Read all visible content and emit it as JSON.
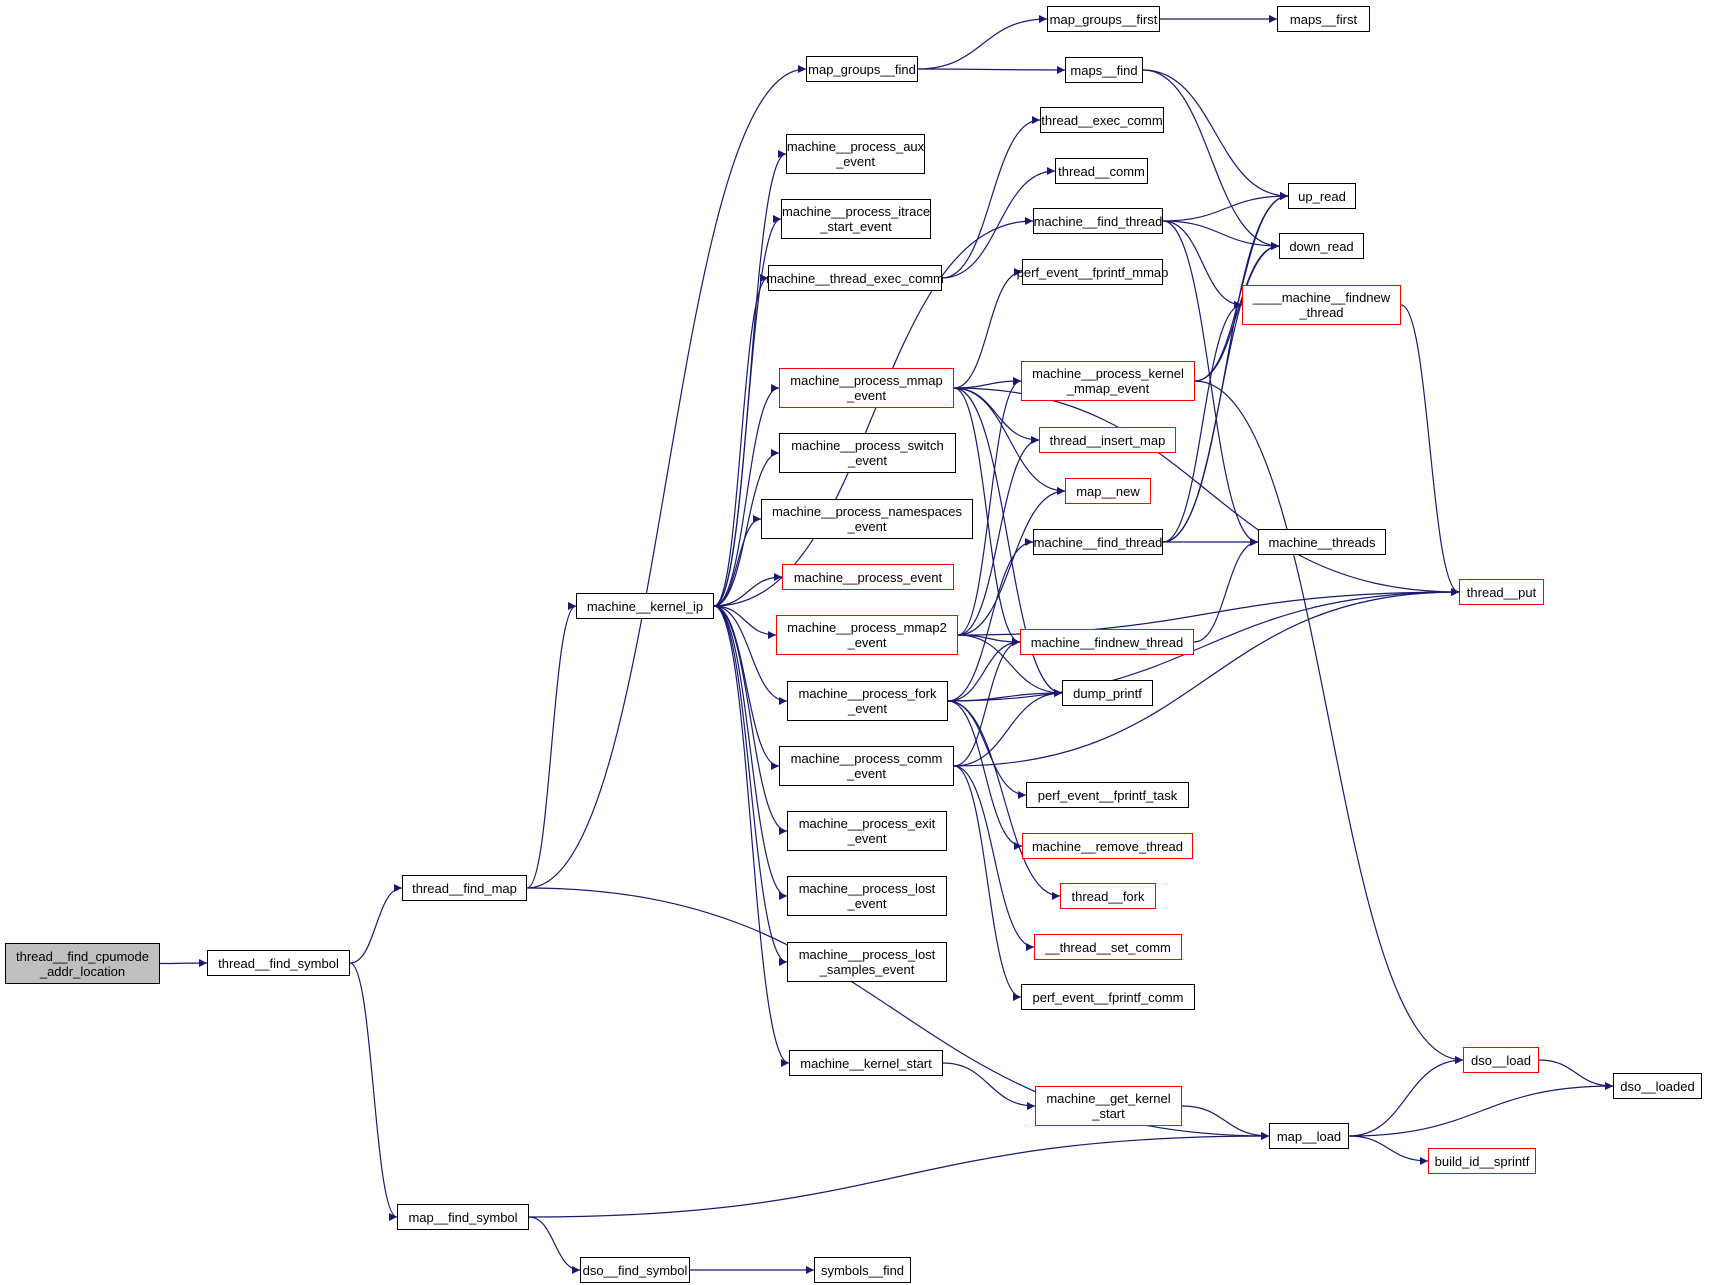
{
  "colors": {
    "edge": "#191970",
    "node_border": "#000000",
    "node_border_undocumented": "#ff0000",
    "root_fill": "#bfbfbf"
  },
  "nodes": [
    {
      "id": "root",
      "label": "thread__find_cpumode\n_addr_location",
      "style": "root"
    },
    {
      "id": "find_symbol",
      "label": "thread__find_symbol",
      "style": "normal"
    },
    {
      "id": "find_map",
      "label": "thread__find_map",
      "style": "normal"
    },
    {
      "id": "map_find_symbol",
      "label": "map__find_symbol",
      "style": "normal"
    },
    {
      "id": "map_groups_find",
      "label": "map_groups__find",
      "style": "normal"
    },
    {
      "id": "map_groups_first",
      "label": "map_groups__first",
      "style": "normal"
    },
    {
      "id": "maps_first",
      "label": "maps__first",
      "style": "normal"
    },
    {
      "id": "maps_find",
      "label": "maps__find",
      "style": "normal"
    },
    {
      "id": "up_read",
      "label": "up_read",
      "style": "normal"
    },
    {
      "id": "down_read",
      "label": "down_read",
      "style": "normal"
    },
    {
      "id": "mk_ip",
      "label": "machine__kernel_ip",
      "style": "normal"
    },
    {
      "id": "mp_aux",
      "label": "machine__process_aux\n_event",
      "style": "normal"
    },
    {
      "id": "mp_itrace",
      "label": "machine__process_itrace\n_start_event",
      "style": "normal"
    },
    {
      "id": "m_thread_exec_comm",
      "label": "machine__thread_exec_comm",
      "style": "normal"
    },
    {
      "id": "thread_exec_comm",
      "label": "thread__exec_comm",
      "style": "normal"
    },
    {
      "id": "thread_comm",
      "label": "thread__comm",
      "style": "normal"
    },
    {
      "id": "m_find_thread1",
      "label": "machine__find_thread",
      "style": "normal"
    },
    {
      "id": "pe_fprintf_mmap",
      "label": "perf_event__fprintf_mmap",
      "style": "normal"
    },
    {
      "id": "mfn_thread_internal",
      "label": "____machine__findnew\n_thread",
      "style": "red"
    },
    {
      "id": "mp_mmap",
      "label": "machine__process_mmap\n_event",
      "style": "red"
    },
    {
      "id": "mp_kernel_mmap",
      "label": "machine__process_kernel\n_mmap_event",
      "style": "red"
    },
    {
      "id": "thread_insert_map",
      "label": "thread__insert_map",
      "style": "red"
    },
    {
      "id": "map_new",
      "label": "map__new",
      "style": "red"
    },
    {
      "id": "mp_switch",
      "label": "machine__process_switch\n_event",
      "style": "normal"
    },
    {
      "id": "mp_namespaces",
      "label": "machine__process_namespaces\n_event",
      "style": "normal"
    },
    {
      "id": "mp_event",
      "label": "machine__process_event",
      "style": "red"
    },
    {
      "id": "m_find_thread2",
      "label": "machine__find_thread",
      "style": "normal"
    },
    {
      "id": "m_threads",
      "label": "machine__threads",
      "style": "normal"
    },
    {
      "id": "thread_put",
      "label": "thread__put",
      "style": "red"
    },
    {
      "id": "mp_mmap2",
      "label": "machine__process_mmap2\n_event",
      "style": "red"
    },
    {
      "id": "m_findnew_thread",
      "label": "machine__findnew_thread",
      "style": "red"
    },
    {
      "id": "dump_printf",
      "label": "dump_printf",
      "style": "normal"
    },
    {
      "id": "mp_fork",
      "label": "machine__process_fork\n_event",
      "style": "normal"
    },
    {
      "id": "mp_comm",
      "label": "machine__process_comm\n_event",
      "style": "normal"
    },
    {
      "id": "pe_fprintf_task",
      "label": "perf_event__fprintf_task",
      "style": "normal"
    },
    {
      "id": "m_remove_thread",
      "label": "machine__remove_thread",
      "style": "red"
    },
    {
      "id": "thread_fork",
      "label": "thread__fork",
      "style": "red"
    },
    {
      "id": "thread_set_comm",
      "label": "__thread__set_comm",
      "style": "red"
    },
    {
      "id": "pe_fprintf_comm",
      "label": "perf_event__fprintf_comm",
      "style": "normal"
    },
    {
      "id": "mp_exit",
      "label": "machine__process_exit\n_event",
      "style": "normal"
    },
    {
      "id": "mp_lost",
      "label": "machine__process_lost\n_event",
      "style": "normal"
    },
    {
      "id": "mp_lost_samples",
      "label": "machine__process_lost\n_samples_event",
      "style": "normal"
    },
    {
      "id": "m_kernel_start",
      "label": "machine__kernel_start",
      "style": "normal"
    },
    {
      "id": "m_get_kernel_start",
      "label": "machine__get_kernel\n_start",
      "style": "red"
    },
    {
      "id": "dso_load",
      "label": "dso__load",
      "style": "red"
    },
    {
      "id": "dso_loaded",
      "label": "dso__loaded",
      "style": "normal"
    },
    {
      "id": "map_load",
      "label": "map__load",
      "style": "normal"
    },
    {
      "id": "build_id_sprintf",
      "label": "build_id__sprintf",
      "style": "red"
    },
    {
      "id": "dso_find_symbol",
      "label": "dso__find_symbol",
      "style": "normal"
    },
    {
      "id": "symbols_find",
      "label": "symbols__find",
      "style": "normal"
    }
  ],
  "edges": [
    [
      "root",
      "find_symbol"
    ],
    [
      "find_symbol",
      "find_map"
    ],
    [
      "find_symbol",
      "map_find_symbol"
    ],
    [
      "find_map",
      "map_groups_find"
    ],
    [
      "find_map",
      "mk_ip"
    ],
    [
      "find_map",
      "map_load"
    ],
    [
      "map_groups_find",
      "map_groups_first"
    ],
    [
      "map_groups_find",
      "maps_find"
    ],
    [
      "map_groups_first",
      "maps_first"
    ],
    [
      "maps_find",
      "up_read"
    ],
    [
      "maps_find",
      "down_read"
    ],
    [
      "mk_ip",
      "mp_aux"
    ],
    [
      "mk_ip",
      "mp_itrace"
    ],
    [
      "mk_ip",
      "m_thread_exec_comm"
    ],
    [
      "mk_ip",
      "m_find_thread1"
    ],
    [
      "mk_ip",
      "mp_mmap"
    ],
    [
      "mk_ip",
      "mp_switch"
    ],
    [
      "mk_ip",
      "mp_namespaces"
    ],
    [
      "mk_ip",
      "mp_event"
    ],
    [
      "mk_ip",
      "mp_mmap2"
    ],
    [
      "mk_ip",
      "mp_fork"
    ],
    [
      "mk_ip",
      "mp_comm"
    ],
    [
      "mk_ip",
      "mp_exit"
    ],
    [
      "mk_ip",
      "mp_lost"
    ],
    [
      "mk_ip",
      "mp_lost_samples"
    ],
    [
      "mk_ip",
      "m_kernel_start"
    ],
    [
      "m_thread_exec_comm",
      "thread_exec_comm"
    ],
    [
      "m_thread_exec_comm",
      "thread_comm"
    ],
    [
      "m_find_thread1",
      "up_read"
    ],
    [
      "m_find_thread1",
      "down_read"
    ],
    [
      "m_find_thread1",
      "mfn_thread_internal"
    ],
    [
      "m_find_thread1",
      "m_threads"
    ],
    [
      "mp_mmap",
      "pe_fprintf_mmap"
    ],
    [
      "mp_mmap",
      "mp_kernel_mmap"
    ],
    [
      "mp_mmap",
      "thread_insert_map"
    ],
    [
      "mp_mmap",
      "map_new"
    ],
    [
      "mp_mmap",
      "m_findnew_thread"
    ],
    [
      "mp_mmap",
      "dump_printf"
    ],
    [
      "mp_mmap",
      "thread_put"
    ],
    [
      "mp_kernel_mmap",
      "up_read"
    ],
    [
      "mp_kernel_mmap",
      "down_read"
    ],
    [
      "mp_kernel_mmap",
      "dso_load"
    ],
    [
      "mp_mmap2",
      "mp_kernel_mmap"
    ],
    [
      "mp_mmap2",
      "thread_insert_map"
    ],
    [
      "mp_mmap2",
      "map_new"
    ],
    [
      "mp_mmap2",
      "m_findnew_thread"
    ],
    [
      "mp_mmap2",
      "dump_printf"
    ],
    [
      "mp_mmap2",
      "thread_put"
    ],
    [
      "m_find_thread2",
      "up_read"
    ],
    [
      "m_find_thread2",
      "down_read"
    ],
    [
      "m_find_thread2",
      "mfn_thread_internal"
    ],
    [
      "m_find_thread2",
      "m_threads"
    ],
    [
      "m_findnew_thread",
      "m_threads"
    ],
    [
      "mfn_thread_internal",
      "thread_put"
    ],
    [
      "mp_fork",
      "m_find_thread2"
    ],
    [
      "mp_fork",
      "m_findnew_thread"
    ],
    [
      "mp_fork",
      "dump_printf"
    ],
    [
      "mp_fork",
      "thread_put"
    ],
    [
      "mp_fork",
      "pe_fprintf_task"
    ],
    [
      "mp_fork",
      "m_remove_thread"
    ],
    [
      "mp_fork",
      "thread_fork"
    ],
    [
      "mp_comm",
      "m_findnew_thread"
    ],
    [
      "mp_comm",
      "dump_printf"
    ],
    [
      "mp_comm",
      "thread_set_comm"
    ],
    [
      "mp_comm",
      "pe_fprintf_comm"
    ],
    [
      "mp_comm",
      "thread_put"
    ],
    [
      "m_kernel_start",
      "m_get_kernel_start"
    ],
    [
      "m_get_kernel_start",
      "map_load"
    ],
    [
      "map_find_symbol",
      "map_load"
    ],
    [
      "map_find_symbol",
      "dso_find_symbol"
    ],
    [
      "dso_find_symbol",
      "symbols_find"
    ],
    [
      "map_load",
      "dso_load"
    ],
    [
      "map_load",
      "dso_loaded"
    ],
    [
      "map_load",
      "build_id_sprintf"
    ],
    [
      "dso_load",
      "dso_loaded"
    ]
  ]
}
